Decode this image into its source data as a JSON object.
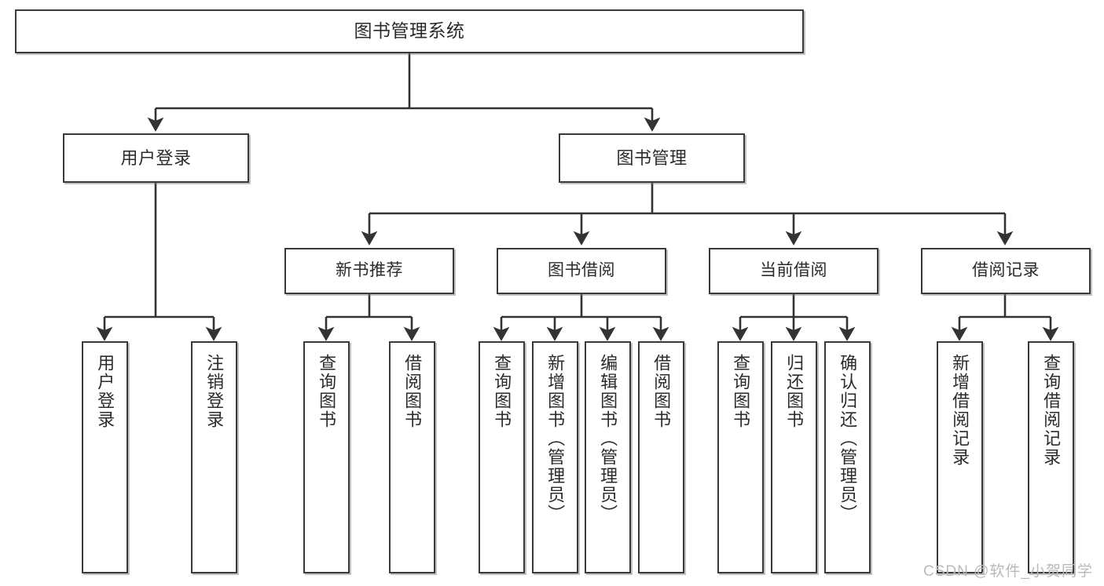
{
  "diagram": {
    "title": "图书管理系统",
    "type": "tree-hierarchy-diagram",
    "colors": {
      "box_border": "#3a3a3a",
      "box_fill": "#ffffff",
      "edge": "#333333",
      "text": "#2b2b2b",
      "watermark": "#b9b9b9"
    },
    "root": {
      "label": "图书管理系统"
    },
    "level2": [
      {
        "label": "用户登录"
      },
      {
        "label": "图书管理"
      }
    ],
    "level3": [
      {
        "label": "新书推荐"
      },
      {
        "label": "图书借阅"
      },
      {
        "label": "当前借阅"
      },
      {
        "label": "借阅记录"
      }
    ],
    "leaves": {
      "user_login": [
        {
          "label": "用户登录"
        },
        {
          "label": "注销登录"
        }
      ],
      "new_book_recommend": [
        {
          "label": "查询图书"
        },
        {
          "label": "借阅图书"
        }
      ],
      "book_borrow": [
        {
          "label": "查询图书"
        },
        {
          "label": "新增图书（管理员）"
        },
        {
          "label": "编辑图书（管理员）"
        },
        {
          "label": "借阅图书"
        }
      ],
      "current_borrow": [
        {
          "label": "查询图书"
        },
        {
          "label": "归还图书"
        },
        {
          "label": "确认归还（管理员）"
        }
      ],
      "borrow_record": [
        {
          "label": "新增借阅记录"
        },
        {
          "label": "查询借阅记录"
        }
      ]
    }
  },
  "watermark": {
    "text": "CSDN @软件_小贺同学"
  }
}
